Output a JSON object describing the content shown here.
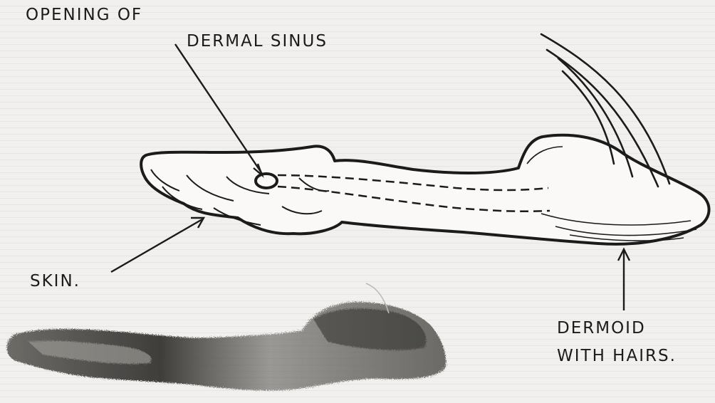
{
  "labels": {
    "opening_line1": "OPENING OF",
    "opening_line2": "DERMAL SINUS",
    "skin": "SKIN.",
    "dermoid_line1": "DERMOID",
    "dermoid_line2": "WITH HAIRS."
  },
  "colors": {
    "background": "#f1f0ee",
    "ink": "#1b1b1b",
    "specimen_dark": "#4a4a48",
    "specimen_light": "#8e8c88"
  }
}
